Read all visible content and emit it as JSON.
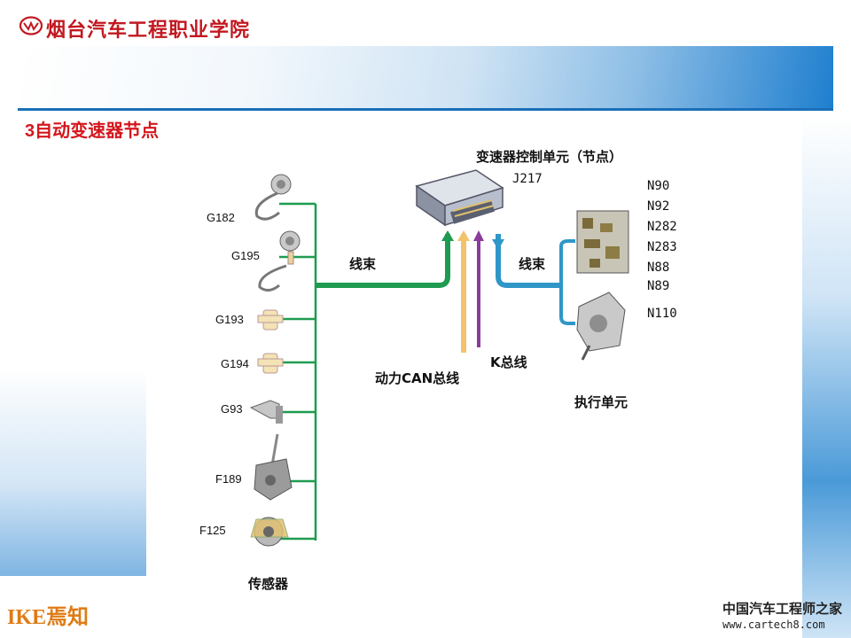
{
  "header": {
    "school_name": "烟台汽车工程职业学院",
    "accent_red": "#c21820",
    "banner_blue": "#1a6fb8"
  },
  "slide": {
    "title_num": "3",
    "title_text": "自动变速器节点"
  },
  "diagram": {
    "ecu": {
      "title": "变速器控制单元（节点）",
      "code": "J217"
    },
    "sensors": {
      "group_label": "传感器",
      "items": [
        {
          "code": "G182",
          "icon": "speed-sensor-icon"
        },
        {
          "code": "G195",
          "icon": "speed-sensor-icon"
        },
        {
          "code": "G193",
          "icon": "pressure-sensor-icon"
        },
        {
          "code": "G194",
          "icon": "pressure-sensor-icon"
        },
        {
          "code": "G93",
          "icon": "temperature-sensor-icon"
        },
        {
          "code": "F189",
          "icon": "tiptronic-switch-icon"
        },
        {
          "code": "F125",
          "icon": "multifunction-switch-icon"
        }
      ]
    },
    "wiring": {
      "harness_left": "线束",
      "harness_right": "线束",
      "can_bus": "动力CAN总线",
      "k_line": "K总线",
      "colors": {
        "harness": "#1e9b50",
        "can": "#f2c36b",
        "k_line": "#8a3b9c",
        "actuator": "#2f97c8"
      }
    },
    "actuators": {
      "group_label": "执行单元",
      "items": [
        "N90",
        "N92",
        "N282",
        "N283",
        "N88",
        "N89",
        "N110"
      ]
    }
  },
  "footer": {
    "ike_logo": "IKE焉知",
    "watermark_cn": "中国汽车工程师之家",
    "watermark_url": "www.cartech8.com"
  }
}
